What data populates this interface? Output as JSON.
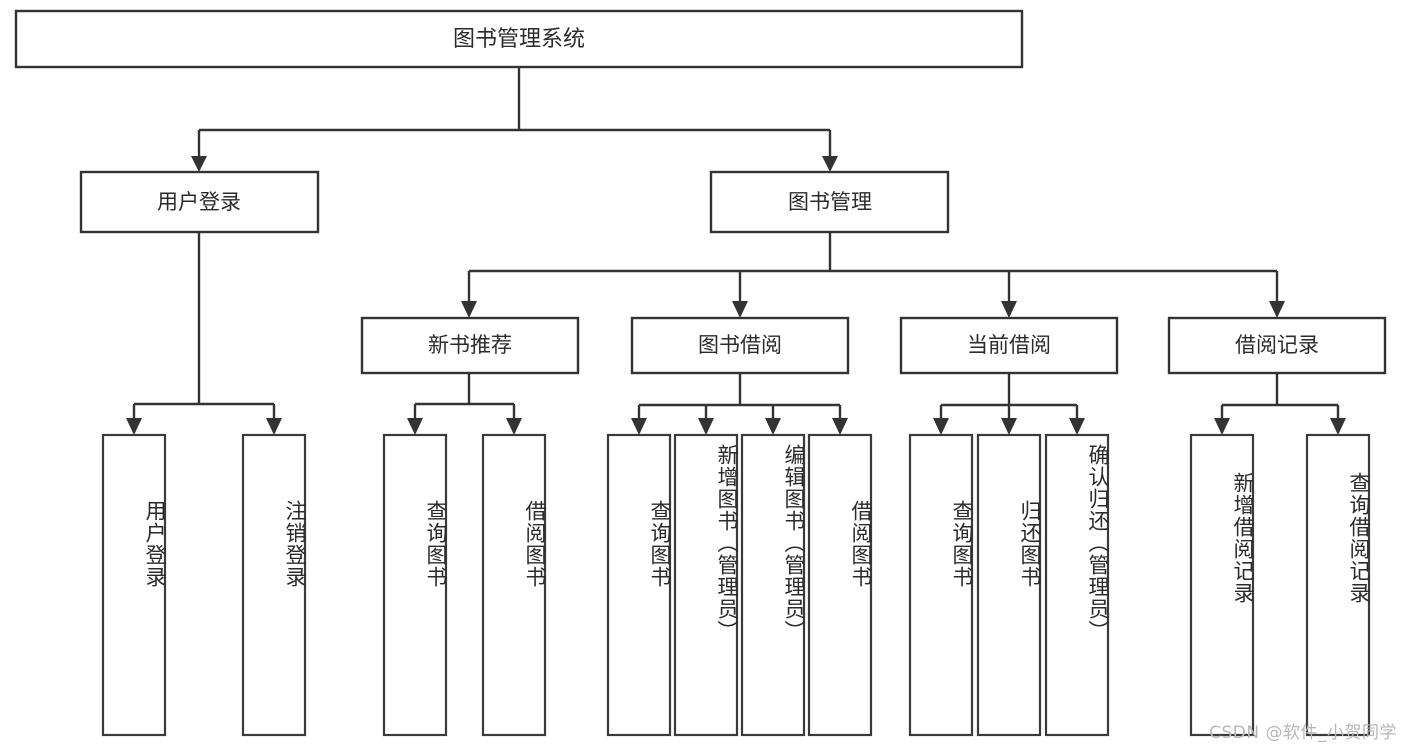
{
  "diagram": {
    "type": "tree",
    "title_node": {
      "id": "root",
      "label": "图书管理系统"
    },
    "level1": [
      {
        "id": "login",
        "label": "用户登录"
      },
      {
        "id": "bookmgmt",
        "label": "图书管理"
      }
    ],
    "level2": [
      {
        "id": "newbook",
        "label": "新书推荐",
        "parent": "bookmgmt"
      },
      {
        "id": "borrow",
        "label": "图书借阅",
        "parent": "bookmgmt"
      },
      {
        "id": "current",
        "label": "当前借阅",
        "parent": "bookmgmt"
      },
      {
        "id": "record",
        "label": "借阅记录",
        "parent": "bookmgmt"
      }
    ],
    "leaves": {
      "login": [
        {
          "id": "leaf-user-login",
          "label": "用户登录"
        },
        {
          "id": "leaf-user-logout",
          "label": "注销登录"
        }
      ],
      "newbook": [
        {
          "id": "leaf-newbook-query",
          "label": "查询图书"
        },
        {
          "id": "leaf-newbook-borrow",
          "label": "借阅图书"
        }
      ],
      "borrow": [
        {
          "id": "leaf-borrow-query",
          "label": "查询图书"
        },
        {
          "id": "leaf-borrow-add",
          "label": "新增图书（管理员）"
        },
        {
          "id": "leaf-borrow-edit",
          "label": "编辑图书（管理员）"
        },
        {
          "id": "leaf-borrow-do",
          "label": "借阅图书"
        }
      ],
      "current": [
        {
          "id": "leaf-current-query",
          "label": "查询图书"
        },
        {
          "id": "leaf-current-return",
          "label": "归还图书"
        },
        {
          "id": "leaf-current-confirm",
          "label": "确认归还（管理员）"
        }
      ],
      "record": [
        {
          "id": "leaf-record-add",
          "label": "新增借阅记录"
        },
        {
          "id": "leaf-record-query",
          "label": "查询借阅记录"
        }
      ]
    }
  },
  "watermark": {
    "text": "CSDN @软件_小贺同学"
  },
  "colors": {
    "box_stroke": "#333333",
    "connector": "#333333",
    "text": "#2b2b2b",
    "background": "#ffffff",
    "watermark": "#b7b7b7"
  }
}
